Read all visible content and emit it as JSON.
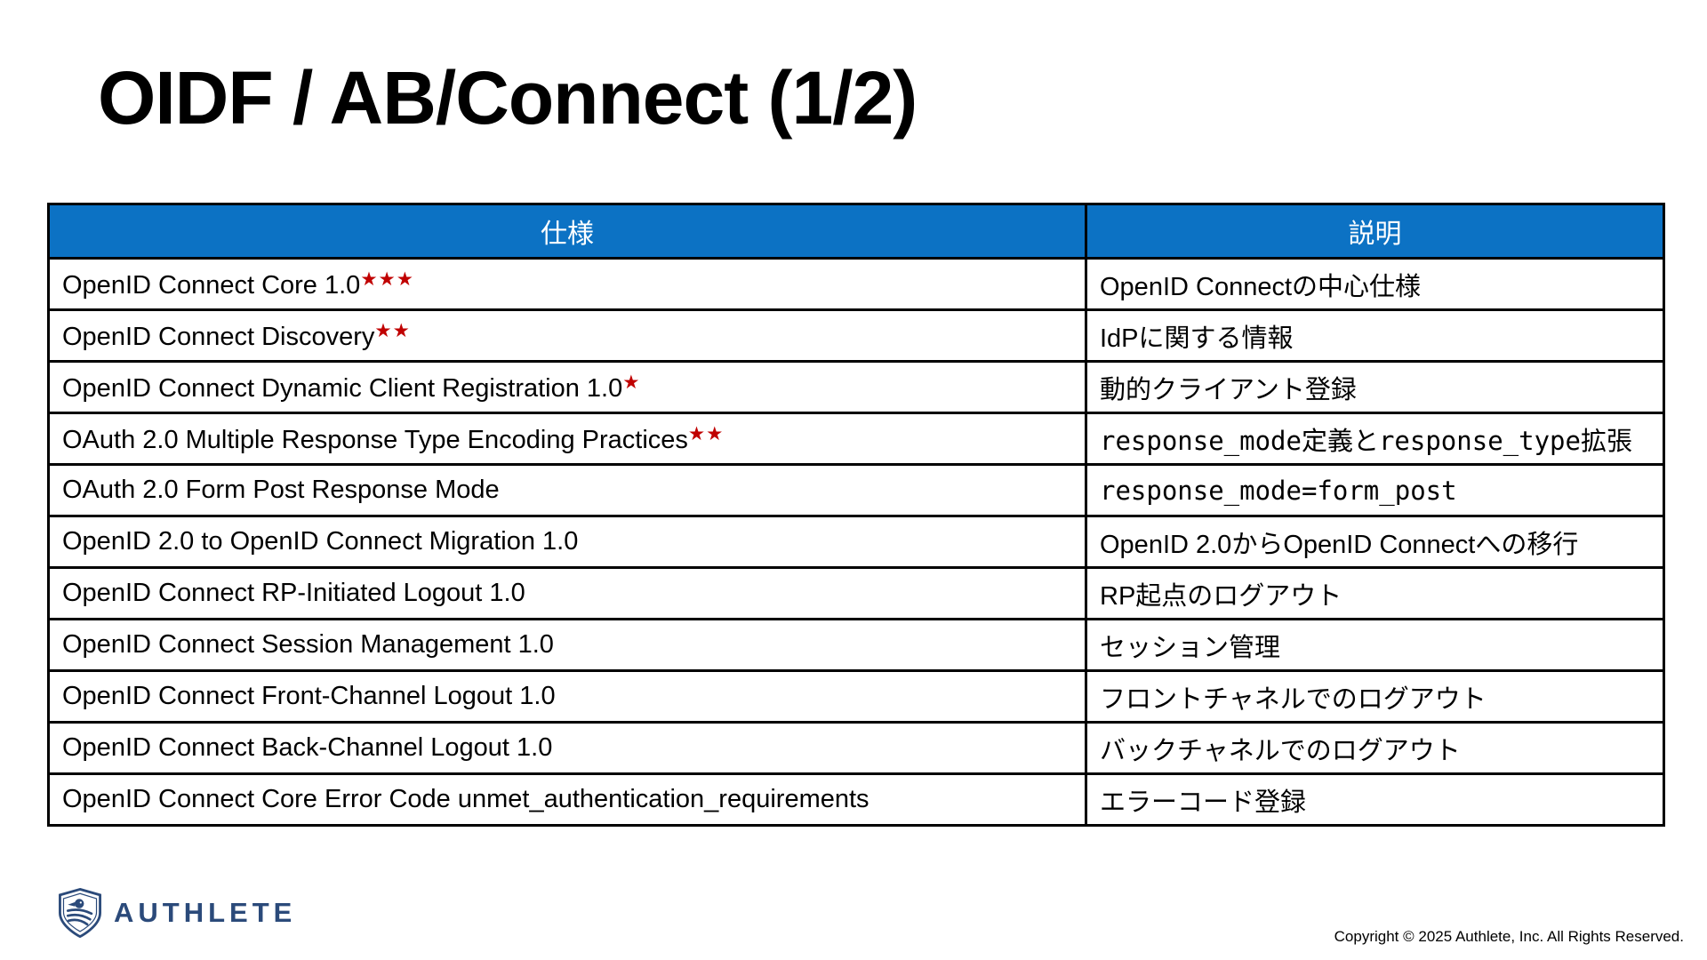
{
  "slide": {
    "title": "OIDF / AB/Connect (1/2)",
    "logo_text": "AUTHLETE",
    "copyright": "Copyright © 2025 Authlete, Inc. All Rights Reserved."
  },
  "colors": {
    "header_bg": "#0C72C4",
    "header_text": "#FFFFFF",
    "star_red": "#C00000",
    "border": "#000000",
    "logo_navy": "#2B4A7A"
  },
  "table": {
    "star_char": "★",
    "headers": [
      {
        "label": "仕様"
      },
      {
        "label": "説明"
      }
    ],
    "rows": [
      {
        "spec": "OpenID Connect Core 1.0",
        "stars": 3,
        "desc": "OpenID Connectの中心仕様",
        "desc_mono": false
      },
      {
        "spec": "OpenID Connect Discovery",
        "stars": 2,
        "desc": "IdPに関する情報",
        "desc_mono": false
      },
      {
        "spec": "OpenID Connect Dynamic Client Registration 1.0",
        "stars": 1,
        "desc": "動的クライアント登録",
        "desc_mono": false
      },
      {
        "spec": "OAuth 2.0 Multiple Response Type Encoding Practices",
        "stars": 2,
        "desc": "response_mode定義とresponse_type拡張",
        "desc_mono": true
      },
      {
        "spec": "OAuth 2.0 Form Post Response Mode",
        "stars": 0,
        "desc": "response_mode=form_post",
        "desc_mono": true
      },
      {
        "spec": "OpenID 2.0 to OpenID Connect Migration 1.0",
        "stars": 0,
        "desc": "OpenID 2.0からOpenID Connectへの移行",
        "desc_mono": false
      },
      {
        "spec": "OpenID Connect RP-Initiated Logout 1.0",
        "stars": 0,
        "desc": "RP起点のログアウト",
        "desc_mono": false
      },
      {
        "spec": "OpenID Connect Session Management 1.0",
        "stars": 0,
        "desc": "セッション管理",
        "desc_mono": false
      },
      {
        "spec": "OpenID Connect Front-Channel Logout 1.0",
        "stars": 0,
        "desc": "フロントチャネルでのログアウト",
        "desc_mono": false
      },
      {
        "spec": "OpenID Connect Back-Channel Logout 1.0",
        "stars": 0,
        "desc": "バックチャネルでのログアウト",
        "desc_mono": false
      },
      {
        "spec": "OpenID Connect Core Error Code unmet_authentication_requirements",
        "stars": 0,
        "desc": "エラーコード登録",
        "desc_mono": false
      }
    ]
  }
}
